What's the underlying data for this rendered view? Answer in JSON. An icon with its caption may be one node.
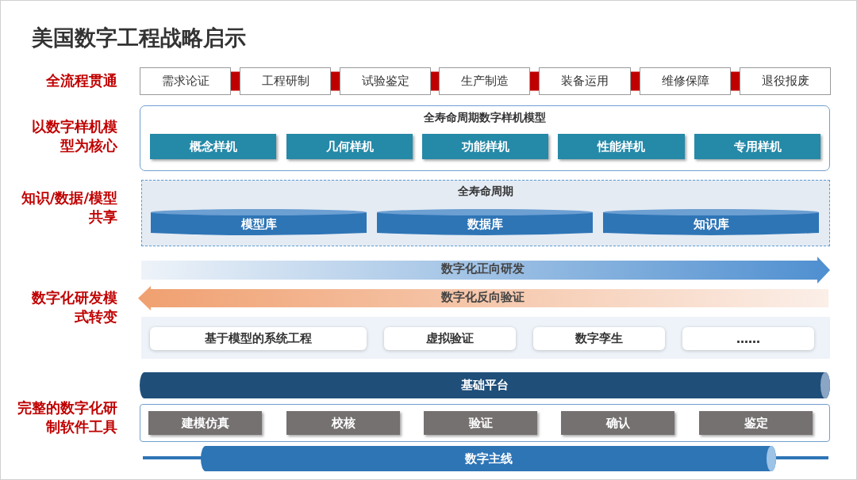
{
  "diagram": {
    "title": "美国数字工程战略启示",
    "nodes": [
      {
        "text": [
          "需求论证"
        ]
      },
      {
        "text": [
          "工程研制"
        ]
      },
      {
        "text": [
          "试验鉴定"
        ]
      },
      {
        "text": [
          "生产制造"
        ]
      },
      {
        "text": [
          "装备运用"
        ]
      },
      {
        "text": [
          "维修保障"
        ]
      },
      {
        "text": [
          "退役报废"
        ]
      },
      {
        "text": [
          "全寿命周期数字样机模型"
        ]
      },
      {
        "text": [
          "概念样机"
        ],
        "in": 7
      },
      {
        "text": [
          "几何样机"
        ],
        "in": 7
      },
      {
        "text": [
          "功能样机"
        ],
        "in": 7
      },
      {
        "text": [
          "性能样机"
        ],
        "in": 7
      },
      {
        "text": [
          "专用样机"
        ],
        "in": 7
      },
      {
        "text": [
          "全寿命周期"
        ]
      },
      {
        "text": [
          "模型库"
        ],
        "in": 13
      },
      {
        "text": [
          "数据库"
        ],
        "in": 13
      },
      {
        "text": [
          "知识库"
        ],
        "in": 13
      },
      {
        "text": [],
        "shape": "box"
      },
      {
        "text": [
          "基于模型的系统工程"
        ],
        "in": 17
      },
      {
        "text": [
          "虚拟验证"
        ],
        "in": 17
      },
      {
        "text": [
          "数字孪生"
        ],
        "in": 17
      },
      {
        "text": [
          "……"
        ],
        "in": 17
      },
      {
        "text": [
          "基础平台"
        ]
      },
      {
        "text": [],
        "shape": "box"
      },
      {
        "text": [
          "建模仿真"
        ],
        "in": 23
      },
      {
        "text": [
          "校核"
        ],
        "in": 23
      },
      {
        "text": [
          "验证"
        ],
        "in": 23
      },
      {
        "text": [
          "确认"
        ],
        "in": 23
      },
      {
        "text": [
          "鉴定"
        ],
        "in": 23
      },
      {
        "text": [
          "数字主线"
        ]
      }
    ],
    "edges": [
      {
        "from": 0,
        "to": 1,
        "arrow": "none"
      },
      {
        "from": 1,
        "to": 2,
        "arrow": "none"
      },
      {
        "from": 2,
        "to": 3,
        "arrow": "none"
      },
      {
        "from": 3,
        "to": 4,
        "arrow": "none"
      },
      {
        "from": 4,
        "to": 5,
        "arrow": "none"
      },
      {
        "from": 5,
        "to": 6,
        "arrow": "none"
      }
    ],
    "labels": [
      "全流程贯通",
      "以数字样机模型为核心",
      "知识/数据/模型共享",
      "数字化正向研发",
      "数字化研发模式转变",
      "数字化反向验证",
      "完整的数字化研制软件工具"
    ]
  }
}
